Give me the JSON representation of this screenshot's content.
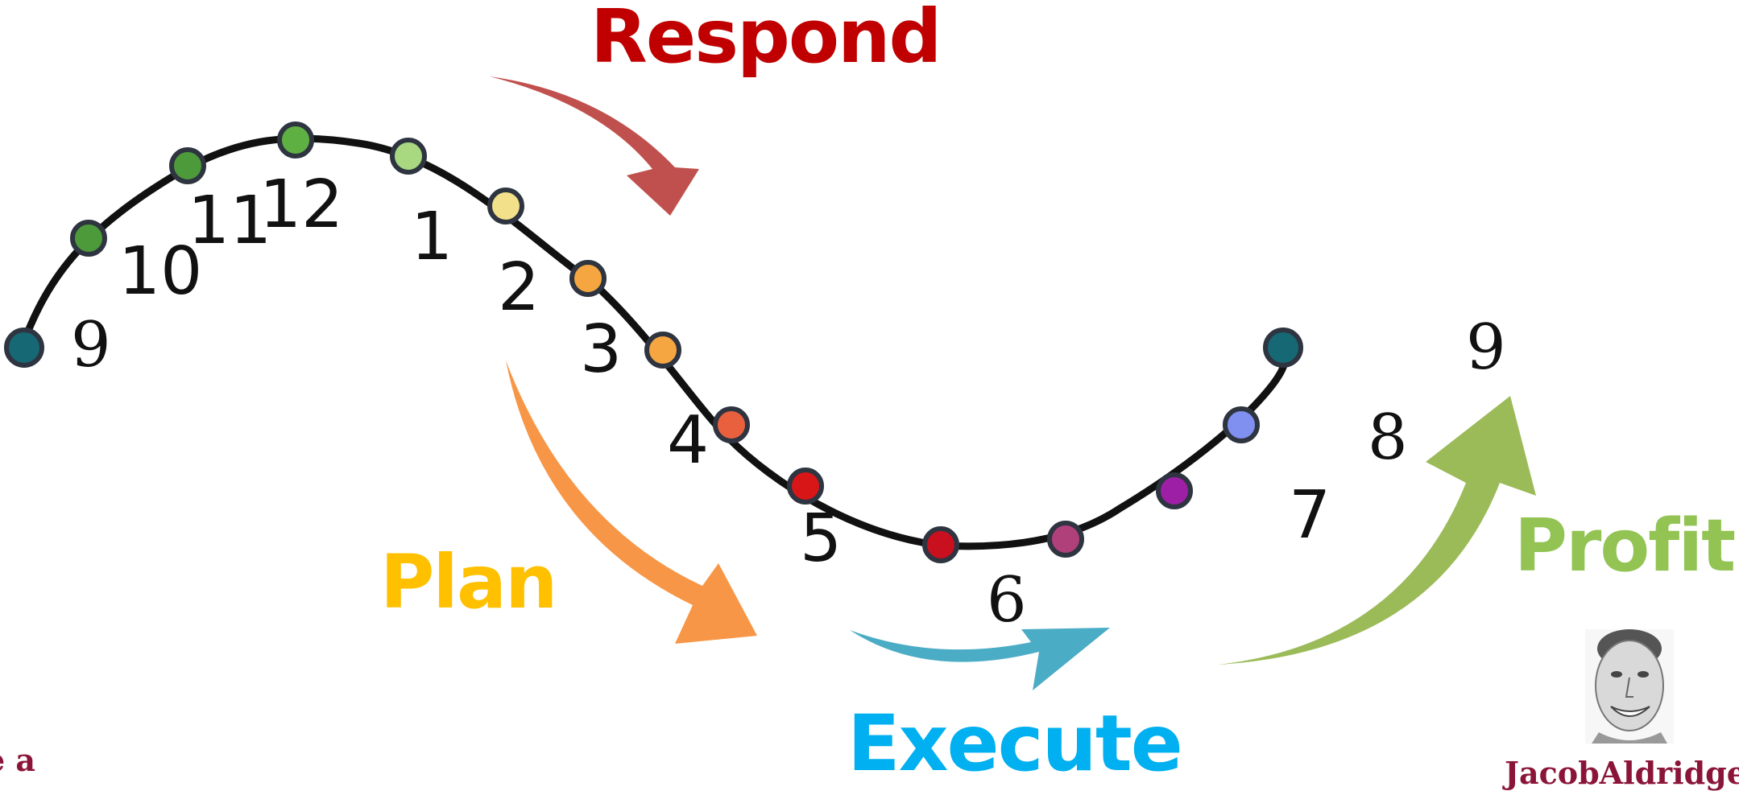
{
  "phases": {
    "respond": {
      "label": "Respond",
      "color": "#c00000"
    },
    "plan": {
      "label": "Plan",
      "color": "#ffc000"
    },
    "execute": {
      "label": "Execute",
      "color": "#00b0f0"
    },
    "profit": {
      "label": "Profit",
      "color": "#92c353"
    }
  },
  "arrows": {
    "respond": {
      "color": "#c0504d"
    },
    "plan": {
      "color": "#f79646"
    },
    "execute": {
      "color": "#4bacc6"
    },
    "profit": {
      "color": "#9bbb59"
    }
  },
  "clock_labels": [
    "9",
    "10",
    "11",
    "12",
    "1",
    "2",
    "3",
    "4",
    "5",
    "6",
    "7",
    "8",
    "9"
  ],
  "dot_colors": [
    "#156874",
    "#4d9a3a",
    "#4d9a3a",
    "#5fb043",
    "#a8d880",
    "#f3e08a",
    "#f5a640",
    "#f5a640",
    "#e8603e",
    "#d81618",
    "#c8101e",
    "#b0407a",
    "#9c1fa5",
    "#8090f0",
    "#156874"
  ],
  "captions": {
    "left_fragment": "e a",
    "author_name": "JacobAldridge"
  },
  "icons": {
    "author_photo": "author-portrait-icon"
  }
}
